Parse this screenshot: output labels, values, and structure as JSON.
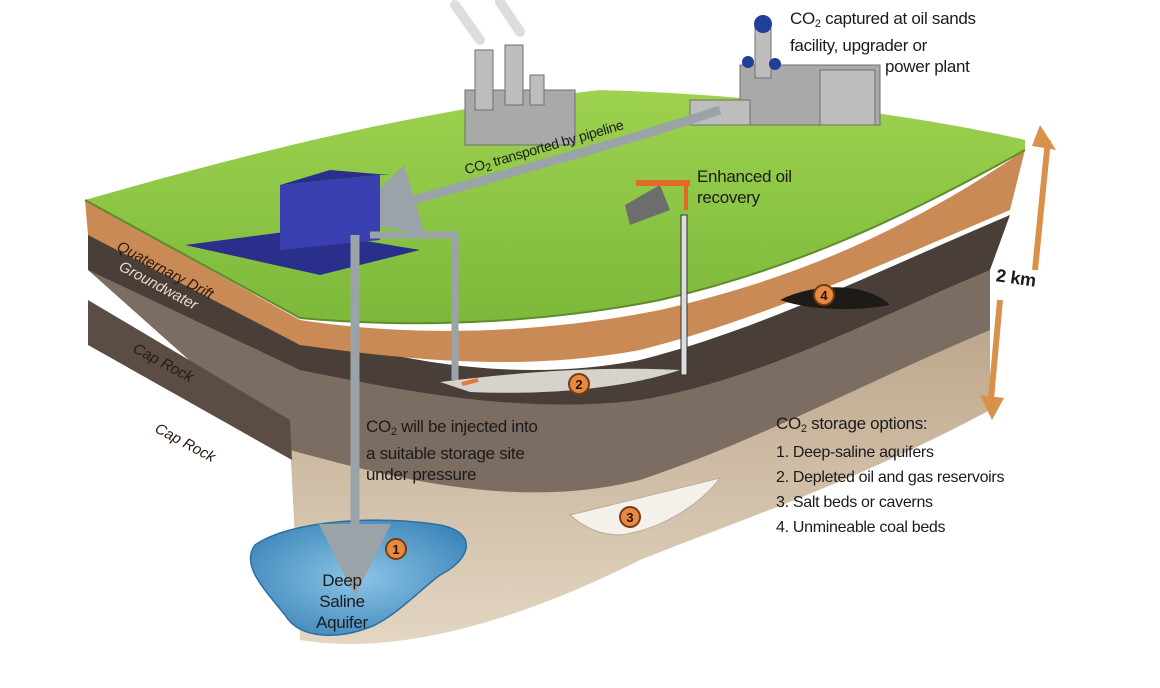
{
  "captured": {
    "lines": [
      "CO",
      " captured at oil sands",
      "facility, upgrader or",
      "power plant"
    ],
    "sub": "2"
  },
  "pipeline": {
    "prefix": "CO",
    "sub": "2",
    "suffix": " transported by pipeline"
  },
  "eor": {
    "lines": [
      "Enhanced oil",
      "recovery"
    ]
  },
  "injection": {
    "prefix": "CO",
    "sub": "2",
    "line1_suffix": " will be injected into",
    "line2": "a suitable storage site",
    "line3": "under pressure"
  },
  "aquifer": {
    "lines": [
      "Deep Saline",
      "Aquifer"
    ]
  },
  "depth": {
    "label": "2 km"
  },
  "layers": {
    "drift": "Quaternary Drift",
    "groundwater": "Groundwater",
    "caprock1": "Cap Rock",
    "caprock2": "Cap Rock"
  },
  "markers": [
    "1",
    "2",
    "3",
    "4"
  ],
  "storage": {
    "title_prefix": "CO",
    "title_sub": "2",
    "title_suffix": " storage options:",
    "options": [
      "1. Deep-saline aquifers",
      "2. Depleted oil and gas reservoirs",
      "3. Salt beds or caverns",
      "4. Unmineable coal beds"
    ]
  },
  "colors": {
    "grass": "#8cc63e",
    "drift": "#c98a55",
    "caprock_dark": "#4a3f38",
    "mid_rock": "#7b6d62",
    "deep_rock": "#c7b39a",
    "aquifer": "#4c97c8",
    "pipe": "#9aa3a8",
    "building": "#2a2f8c",
    "arrow": "#d9914a"
  }
}
